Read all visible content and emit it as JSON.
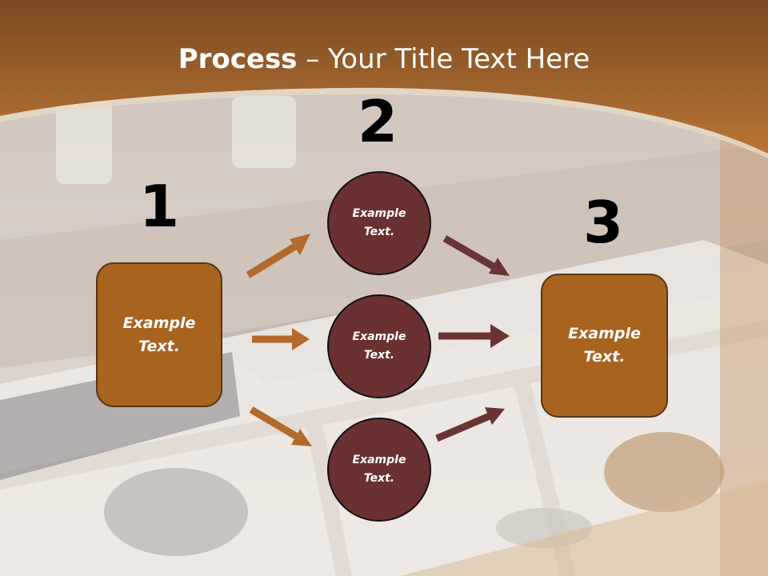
{
  "slide": {
    "title_bold": "Process",
    "title_rest": " – Your Title Text Here",
    "colors": {
      "accent_brown": "#b06a2c",
      "box_fill": "#a8631f",
      "circle_fill": "#6a3130",
      "arrow_left": "#b36a2d",
      "arrow_right": "#6b3434"
    },
    "steps": [
      {
        "number": "1",
        "box_text_line1": "Example",
        "box_text_line2": "Text."
      },
      {
        "number": "2"
      },
      {
        "number": "3",
        "box_text_line1": "Example",
        "box_text_line2": "Text."
      }
    ],
    "circles": [
      {
        "line1": "Example",
        "line2": "Text."
      },
      {
        "line1": "Example",
        "line2": "Text."
      },
      {
        "line1": "Example",
        "line2": "Text."
      }
    ]
  }
}
